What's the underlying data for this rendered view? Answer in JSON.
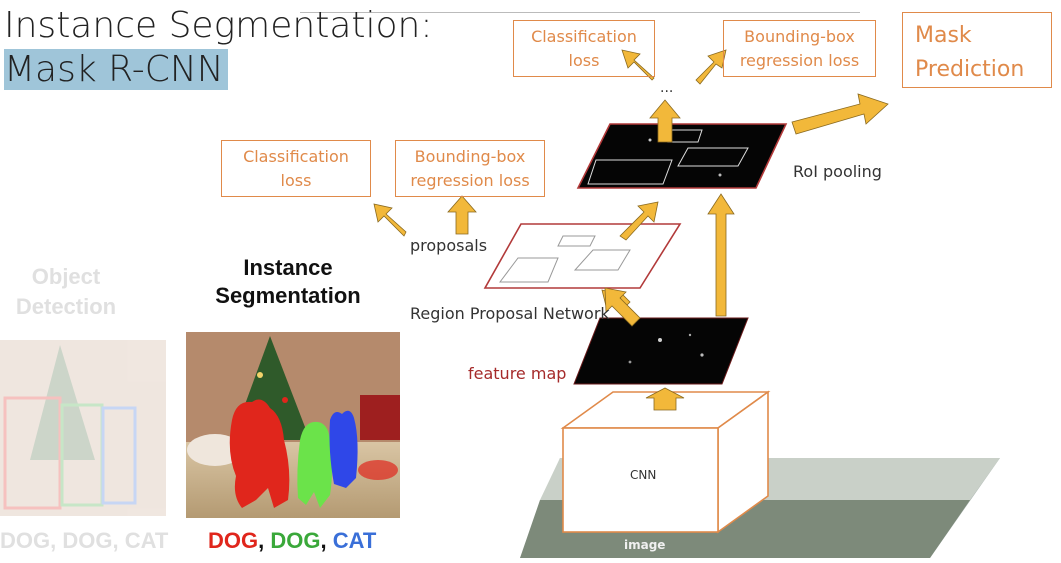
{
  "title": {
    "line1": "Instance Segmentation:",
    "line2": "Mask R-CNN"
  },
  "boxes": {
    "top_classification": "Classification loss",
    "top_bbox": "Bounding-box regression loss",
    "mask_prediction": "Mask Prediction",
    "mid_classification": "Classification loss",
    "mid_bbox": "Bounding-box regression loss"
  },
  "labels": {
    "ellipsis": "...",
    "roi_pooling": "RoI pooling",
    "proposals": "proposals",
    "rpn": "Region Proposal Network",
    "feature_map": "feature map",
    "cnn": "CNN",
    "image": "image"
  },
  "left_panel": {
    "faded_heading": "Object Detection",
    "instance_heading": "Instance Segmentation",
    "faded_classes": [
      "DOG",
      "DOG",
      "CAT"
    ],
    "classes": [
      "DOG",
      "DOG",
      "CAT"
    ],
    "sep": ","
  },
  "colors": {
    "accent_orange": "#e08a4a",
    "arrow_yellow": "#f2b83a",
    "dog1": "#e0261c",
    "dog2": "#3aa83a",
    "cat": "#3a6fd8",
    "title_highlight": "#9fc5d9"
  }
}
